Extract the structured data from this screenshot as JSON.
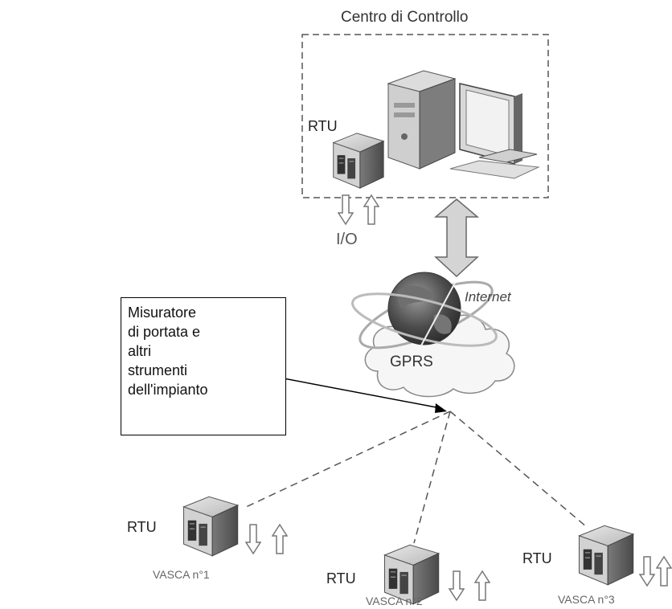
{
  "control_center": {
    "title": "Centro di Controllo",
    "rtu_label": "RTU",
    "io_label": "I/O"
  },
  "network": {
    "internet_label": "Internet",
    "gprs_label": "GPRS"
  },
  "callout": {
    "lines": [
      "Misuratore",
      "di portata e",
      "altri",
      "strumenti",
      "dell'impianto"
    ]
  },
  "stations": [
    {
      "rtu_label": "RTU",
      "name": "VASCA n°1"
    },
    {
      "rtu_label": "RTU",
      "name": "VASCA n°2"
    },
    {
      "rtu_label": "RTU",
      "name": "VASCA n°3"
    }
  ]
}
